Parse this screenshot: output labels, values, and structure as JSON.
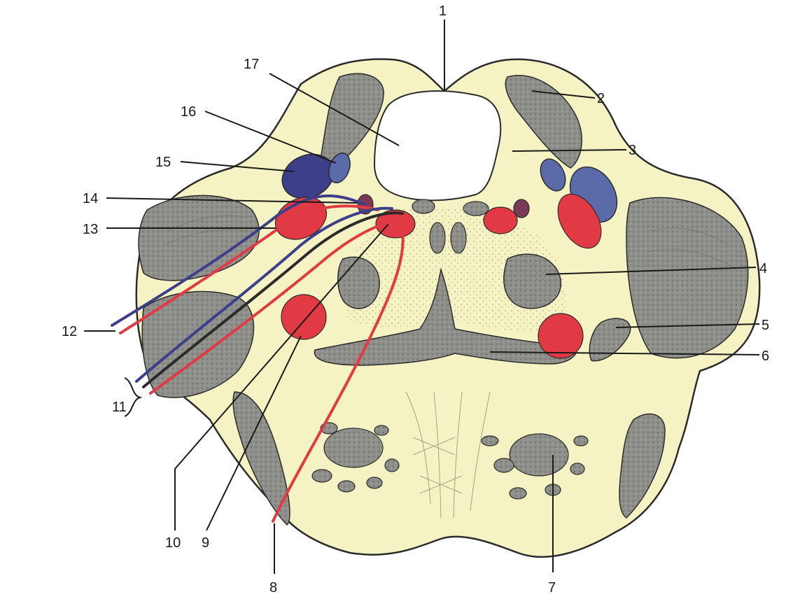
{
  "colors": {
    "background": "#ffffff",
    "tissue": "#f5f3c4",
    "outline": "#2b2b2b",
    "nucleus_gray": "#8e8e8a",
    "artery_red": "#e23a44",
    "vein_blue": "#5b6aa8",
    "vein_dark": "#3e3f8a",
    "label_text": "#1a1a1a"
  },
  "labels": {
    "l1": "1",
    "l2": "2",
    "l3": "3",
    "l4": "4",
    "l5": "5",
    "l6": "6",
    "l7": "7",
    "l8": "8",
    "l9": "9",
    "l10": "10",
    "l11": "11",
    "l12": "12",
    "l13": "13",
    "l14": "14",
    "l15": "15",
    "l16": "16",
    "l17": "17"
  }
}
